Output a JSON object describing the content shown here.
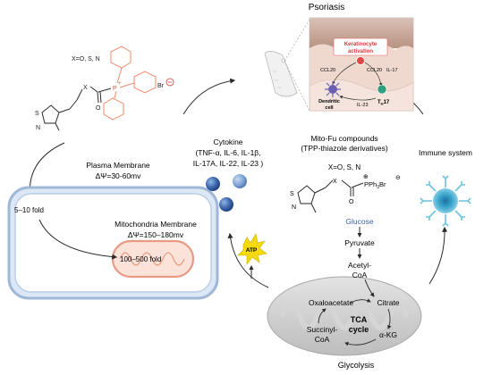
{
  "psoriasis": {
    "title": "Psoriasis",
    "keratinocyte": [
      "Keratinocyte",
      "activation"
    ],
    "ccl20_left": "CCL20",
    "ccl20_right": "CCL20",
    "il17": "IL-17",
    "il23": "IL-23",
    "dendritic": [
      "Dendritic",
      "cell"
    ],
    "th17": "T",
    "th17_sub": "H",
    "th17_tail": "17"
  },
  "compound_left": {
    "xos": "X=O, S, N",
    "s": "S",
    "n": "N",
    "x": "X",
    "o": "O",
    "p": "P",
    "plus": "+",
    "br": "Br",
    "minus": "−"
  },
  "membrane": {
    "plasma_title": "Plasma Membrane",
    "plasma_potential": "ΔΨ=30-60mv",
    "fold_outer": "5–10 fold",
    "mito_title": "Mitochondria Membrane",
    "mito_potential": "ΔΨ=150–180mv",
    "fold_inner": "100–500 fold"
  },
  "cytokine": {
    "title": "Cytokine",
    "lines": [
      "(TNF-α, IL-6, IL-1β,",
      "IL-17A, IL-22, IL-23 )"
    ]
  },
  "mitofu": {
    "title": "Mito-Fu compounds",
    "subtitle": "(TPP-thiazole derivatives)",
    "xos": "X=O, S, N",
    "s": "S",
    "n": "N",
    "x": "X",
    "o": "O",
    "pph3": "PPh",
    "pph3_sub": "3",
    "br": "Br",
    "plus": "⊕",
    "minus": "⊖"
  },
  "immune": {
    "title": "Immune system"
  },
  "metabolism": {
    "atp": "ATP",
    "glucose": "Glucose",
    "pyruvate": "Pyruvate",
    "acetyl": [
      "Acetyl-",
      "CoA"
    ],
    "oxaloacetate": "Oxaloacetate",
    "citrate": "Citrate",
    "tca": [
      "TCA",
      "cycle"
    ],
    "succinyl": [
      "Succinyl-",
      "CoA"
    ],
    "akg": "α-KG",
    "glycolysis": "Glycolysis"
  },
  "colors": {
    "ring": "#2a2a2a",
    "cell_outer": "#9fb8d8",
    "cell_fill": "#dce8f5",
    "mito": "#e89a82",
    "mito_fill": "#fbe3da",
    "tpp_ring": "#f08a6c",
    "sphere": "#3a64a8",
    "sphere_light": "#7ea4d8",
    "immune": "#6cc4de",
    "glucose": "#3a62a8",
    "red_cell": "#e04848",
    "purple_cell": "#6b5fb3",
    "green_cell": "#2ea07d"
  }
}
